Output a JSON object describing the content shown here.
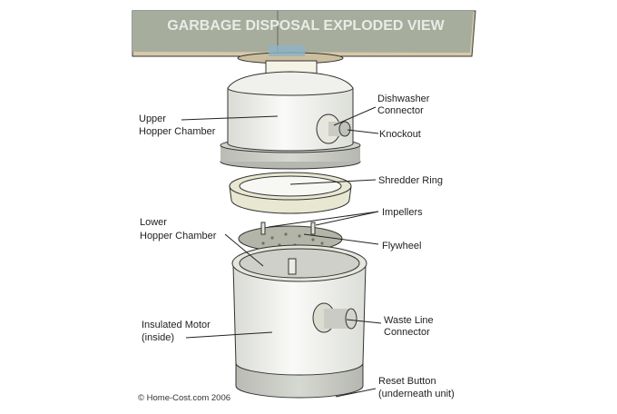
{
  "title": "GARBAGE DISPOSAL EXPLODED VIEW",
  "labels": {
    "upper_hopper": [
      "Upper",
      "Hopper Chamber"
    ],
    "dishwasher_connector": [
      "Dishwasher",
      "Connector"
    ],
    "knockout": "Knockout",
    "shredder_ring": "Shredder Ring",
    "impellers": "Impellers",
    "lower_hopper": [
      "Lower",
      "Hopper Chamber"
    ],
    "flywheel": "Flywheel",
    "insulated_motor": [
      "Insulated Motor",
      "(inside)"
    ],
    "waste_line": [
      "Waste Line",
      "Connector"
    ],
    "reset_button": [
      "Reset Button",
      "(underneath unit)"
    ]
  },
  "copyright": "© Home-Cost.com 2006",
  "colors": {
    "counter": "#a7ad9d",
    "counter_edge": "#d8c9a8",
    "body": "#f2f2ee",
    "shade": "#c9cbc4"
  }
}
